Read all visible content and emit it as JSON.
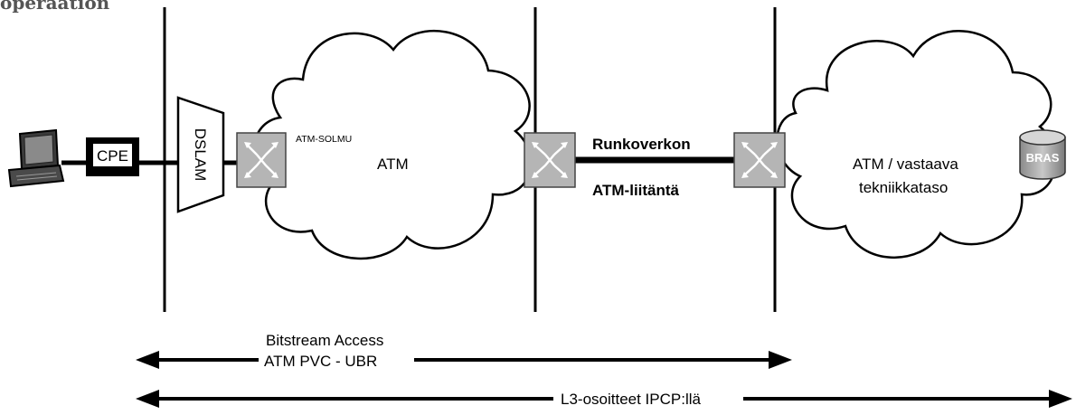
{
  "heading_fragment": "operaation",
  "labels": {
    "cpe": "CPE",
    "dslam": "DSLAM",
    "atm_node": "ATM-SOLMU",
    "atm_cloud": "ATM",
    "backbone_top": "Runkoverkon",
    "backbone_bottom": "ATM-liitäntä",
    "right_cloud_line1": "ATM / vastaava",
    "right_cloud_line2": "tekniikkataso",
    "bras": "BRAS",
    "bitstream_line1": "Bitstream Access",
    "bitstream_line2": "ATM PVC - UBR",
    "l3": "L3-osoitteet IPCP:llä"
  },
  "colors": {
    "switch_fill": "#b5b5b5",
    "line": "#000000",
    "heading": "#555555"
  }
}
